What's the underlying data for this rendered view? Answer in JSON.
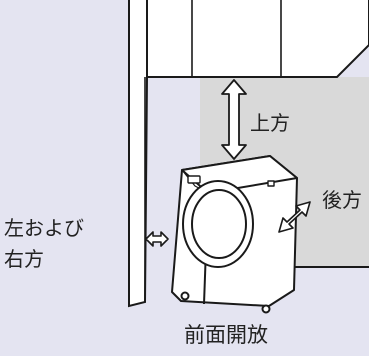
{
  "labels": {
    "top": "上方",
    "back": "後方",
    "side_line1": "左および",
    "side_line2": "右方",
    "front": "前面開放"
  },
  "colors": {
    "background": "#e4e4f1",
    "wall_shade": "#d9d9d9",
    "line": "#1a1a1a",
    "fill": "#ffffff"
  }
}
